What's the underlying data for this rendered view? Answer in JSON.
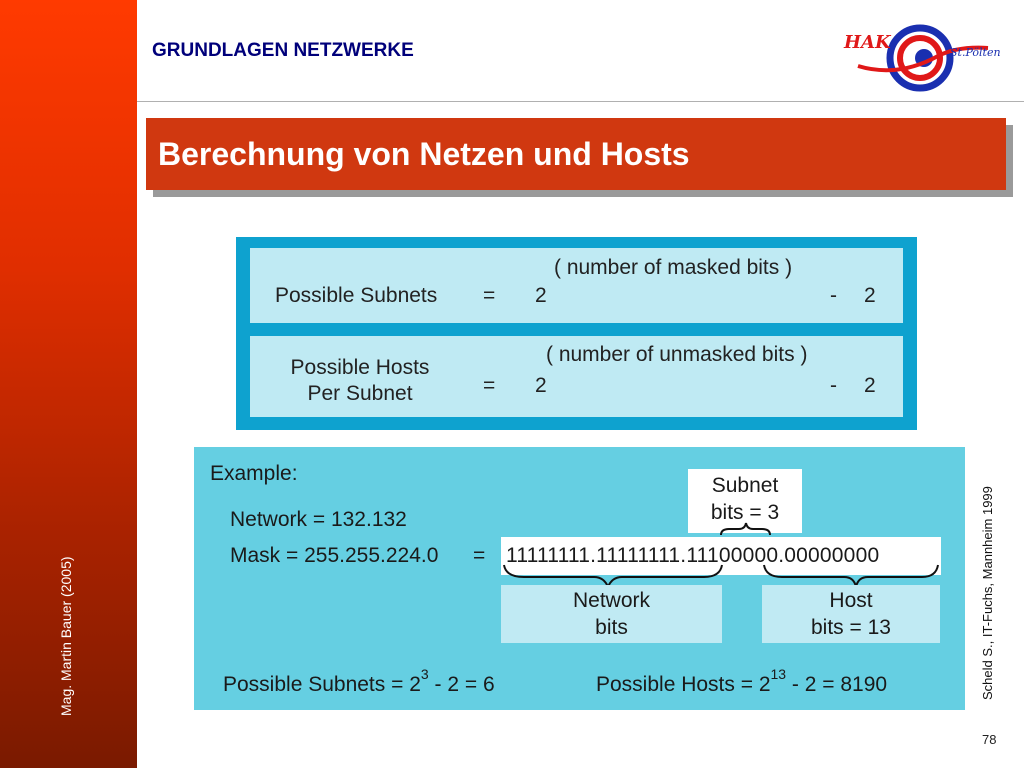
{
  "sidebar": {
    "author": "Mag. Martin Bauer (2005)"
  },
  "header": {
    "title": "GRUNDLAGEN NETZWERKE"
  },
  "logo": {
    "text_left": "HAK",
    "text_right": "St.Pölten"
  },
  "slide": {
    "title": "Berechnung von Netzen und Hosts"
  },
  "formulas": {
    "subnets": {
      "exponent": "( number of masked bits )",
      "label": "Possible Subnets",
      "eq": "=",
      "base": "2",
      "minus": "-",
      "sub": "2"
    },
    "hosts": {
      "exponent": "( number of unmasked bits )",
      "label_line1": "Possible Hosts",
      "label_line2": "Per Subnet",
      "eq": "=",
      "base": "2",
      "minus": "-",
      "sub": "2"
    }
  },
  "example": {
    "heading": "Example:",
    "network": "Network = 132.132",
    "mask": "Mask = 255.255.224.0",
    "eq": "=",
    "binary_part1": "11111111.11111111.",
    "binary_part2": "111",
    "binary_part3": "00000.00000000",
    "subnet_label_line1": "Subnet",
    "subnet_label_line2": "bits = 3",
    "network_label_line1": "Network",
    "network_label_line2": "bits",
    "host_label_line1": "Host",
    "host_label_line2": "bits = 13",
    "result_subnets_prefix": "Possible Subnets  =  2",
    "result_subnets_exp": "3",
    "result_subnets_suffix": " -  2  =  6",
    "result_hosts_prefix": "Possible Hosts  =  2",
    "result_hosts_exp": "13",
    "result_hosts_suffix": " -  2  = 8190"
  },
  "citation": "Scheld S., IT-Fuchs, Mannheim 1999",
  "page_number": "78"
}
